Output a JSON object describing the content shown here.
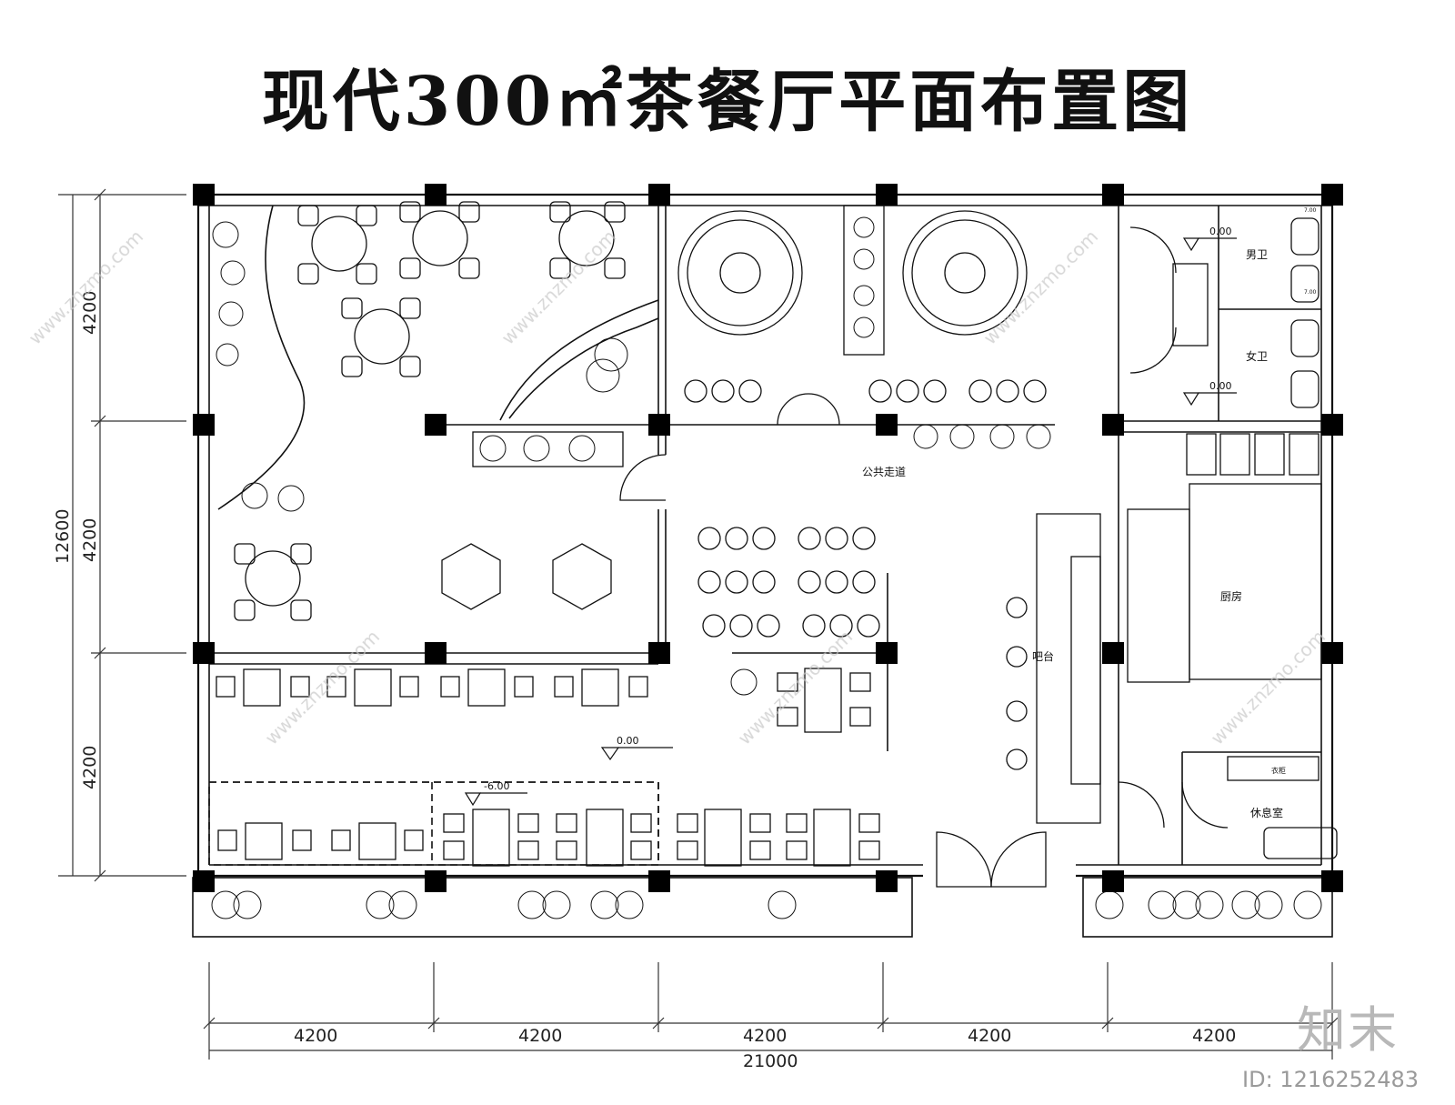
{
  "title": "现代300㎡茶餐厅平面布置图",
  "rooms": {
    "male_toilet": "男卫",
    "female_toilet": "女卫",
    "corridor": "公共走道",
    "kitchen": "厨房",
    "bar": "吧台",
    "rest_room": "休息室",
    "wardrobe": "衣柜"
  },
  "levels": {
    "toilet_top": "0.00",
    "toilet_bottom": "0.00",
    "hall": "0.00",
    "sunken": "-6.00",
    "toilet_small_1": "7.00",
    "toilet_small_2": "7.00"
  },
  "dimensions": {
    "bottom": [
      "4200",
      "4200",
      "4200",
      "4200",
      "4200"
    ],
    "total_width": "21000",
    "left": [
      "4200",
      "4200",
      "4200"
    ],
    "total_height": "12600"
  },
  "watermark": {
    "logo": "知末",
    "id": "ID: 1216252483",
    "site": "www.znzmo.com"
  },
  "colors": {
    "line": "#111111",
    "column": "#000000",
    "watermark": "#c8c8c8"
  }
}
